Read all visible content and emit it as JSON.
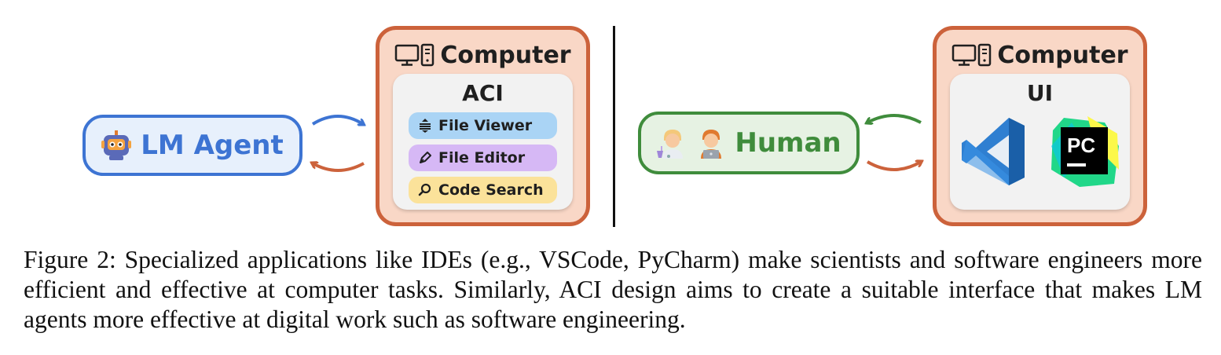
{
  "left_panel": {
    "agent_label": "LM Agent",
    "computer_title": "Computer",
    "interface_title": "ACI",
    "tools": [
      {
        "label": "File Viewer",
        "icon": "lines-icon",
        "color": "#aad4f5"
      },
      {
        "label": "File Editor",
        "icon": "pen-icon",
        "color": "#d6b8f5"
      },
      {
        "label": "Code Search",
        "icon": "magnifier-icon",
        "color": "#fbe29a"
      }
    ]
  },
  "right_panel": {
    "human_label": "Human",
    "computer_title": "Computer",
    "interface_title": "UI",
    "apps": [
      {
        "icon": "vscode-logo",
        "color": "#2f7fd1"
      },
      {
        "icon": "pycharm-logo",
        "text": "PC",
        "color": "#21d789"
      }
    ]
  },
  "colors": {
    "agent": "#3d74d3",
    "human": "#3f8c3c",
    "computer_border": "#cc623b",
    "computer_fill": "#f9d7c6"
  },
  "caption": "Figure 2: Specialized applications like IDEs (e.g., VSCode, PyCharm) make scientists and software engineers more efficient and effective at computer tasks. Similarly, ACI design aims to create a suitable interface that makes LM agents more effective at digital work such as software engineering."
}
